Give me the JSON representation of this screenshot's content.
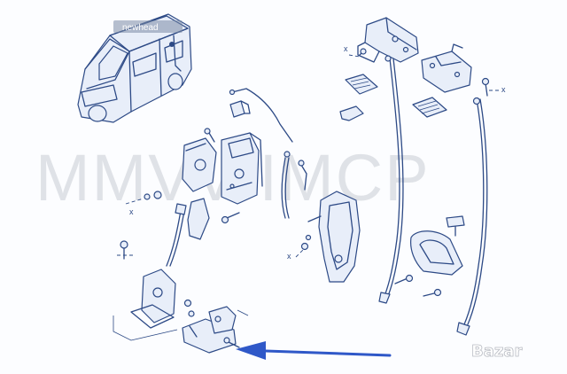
{
  "watermark": "MMVV/IMCP",
  "logo": "Bazar",
  "overlay_tag": "newhead",
  "part_marks": {
    "x": "x"
  },
  "colors": {
    "line": "#2d4a86",
    "arrow": "#2f58c8",
    "watermark": "#c9ccd4"
  }
}
